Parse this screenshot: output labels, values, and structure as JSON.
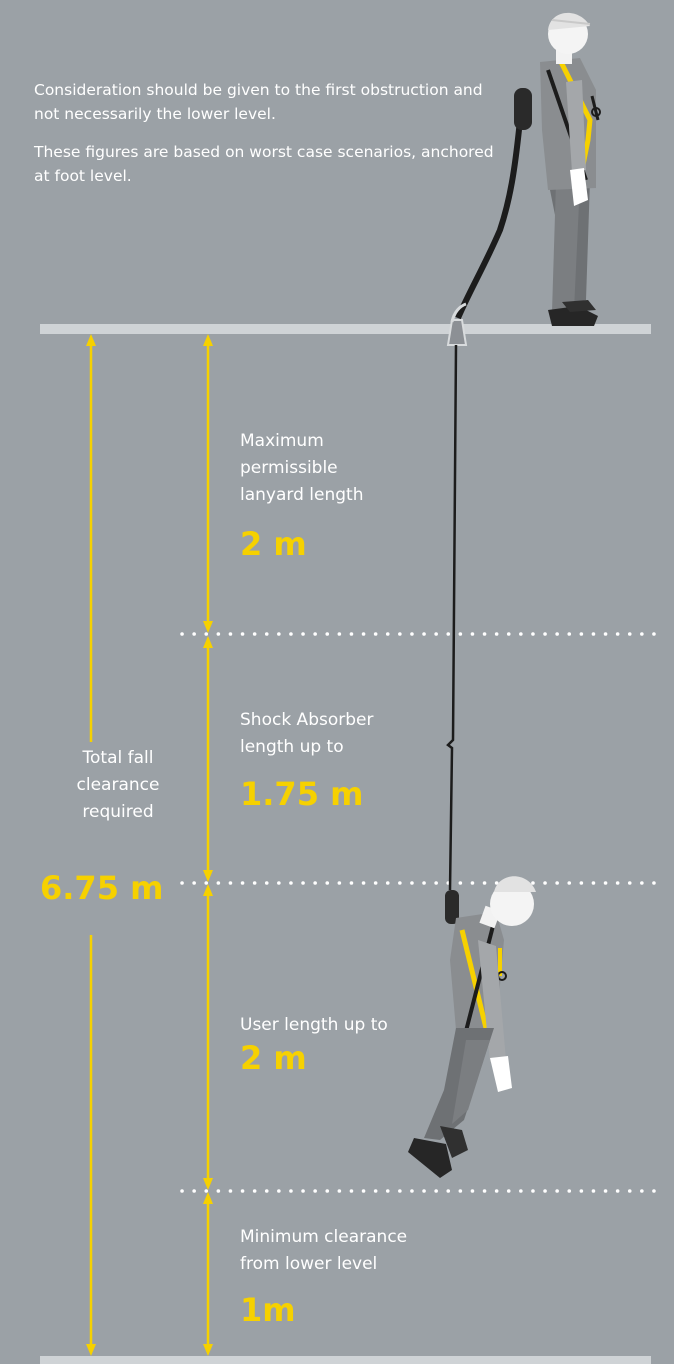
{
  "notes": [
    "Consideration should be given to the first obstruction and not necessarily the lower level.",
    "These figures are based on worst case scenarios, anchored at foot level."
  ],
  "segments": [
    {
      "label_lines": [
        "Maximum",
        "permissible",
        "lanyard length"
      ],
      "value": "2 m",
      "meters": 2
    },
    {
      "label_lines": [
        "Shock Absorber",
        "length up to"
      ],
      "value": "1.75 m",
      "meters": 1.75
    },
    {
      "label_lines": [
        "User length up to"
      ],
      "value": "2 m",
      "meters": 2
    },
    {
      "label_lines": [
        "Minimum clearance",
        "from lower level"
      ],
      "value": "1m",
      "meters": 1
    }
  ],
  "total": {
    "label_lines": [
      "Total fall",
      "clearance",
      "required"
    ],
    "value": "6.75 m",
    "meters": 6.75
  },
  "colors": {
    "background": "#9ba1a6",
    "accent": "#f6d100",
    "platform": "#cfd3d6",
    "text": "#ffffff"
  }
}
